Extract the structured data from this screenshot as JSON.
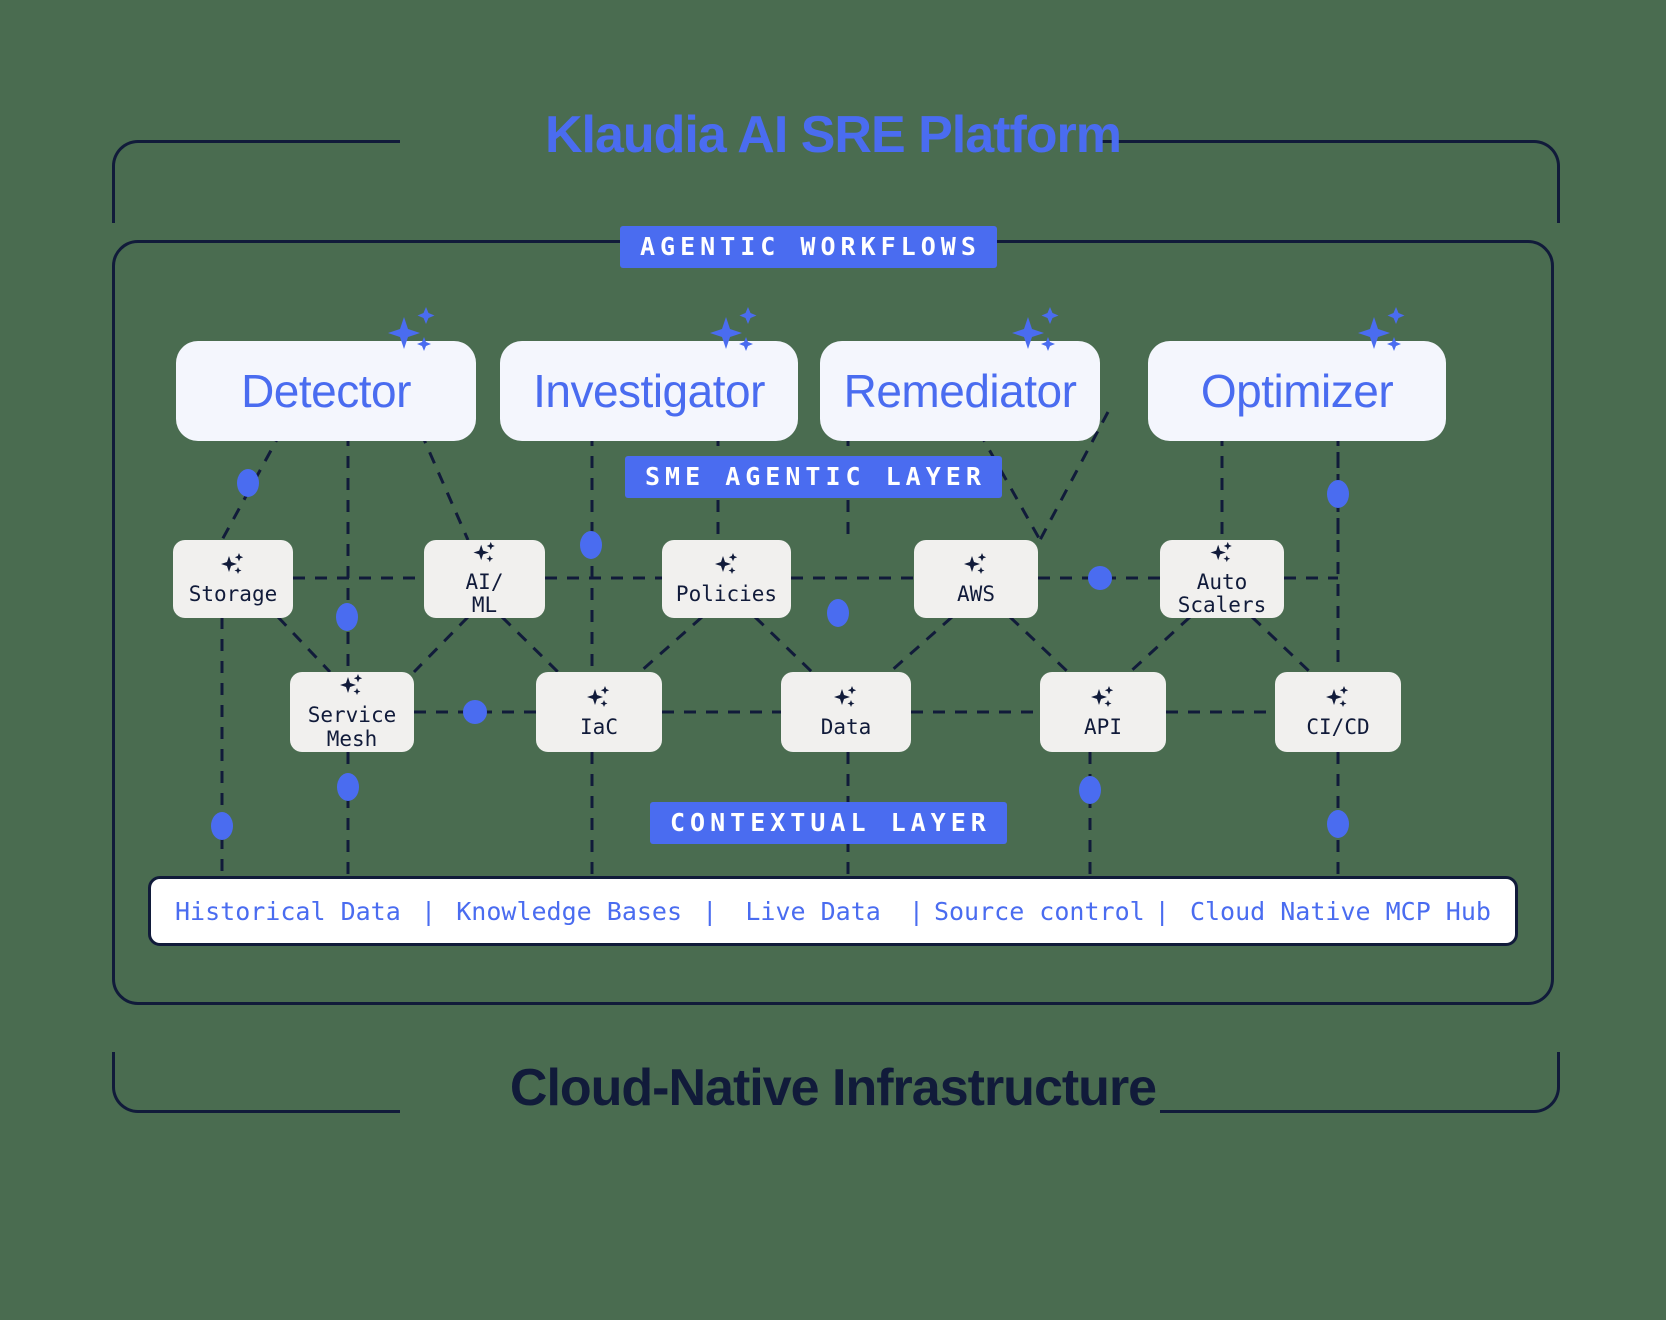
{
  "platform": {
    "title": "Klaudia AI SRE Platform",
    "footer_title": "Cloud-Native Infrastructure",
    "accent": "#4a6cf0",
    "ink": "#111b3a",
    "canvas_bg": "#4a6c50"
  },
  "sections": {
    "workflows_label": "AGENTIC WORKFLOWS",
    "sme_label": "SME AGENTIC LAYER",
    "contextual_label": "CONTEXTUAL LAYER"
  },
  "agents": [
    {
      "id": "detector",
      "label": "Detector",
      "icon": "sparkle-icon"
    },
    {
      "id": "investigator",
      "label": "Investigator",
      "icon": "sparkle-icon"
    },
    {
      "id": "remediator",
      "label": "Remediator",
      "icon": "sparkle-icon"
    },
    {
      "id": "optimizer",
      "label": "Optimizer",
      "icon": "sparkle-icon"
    }
  ],
  "sme_nodes_row1": [
    {
      "id": "storage",
      "label": "Storage",
      "icon": "sparkle-icon"
    },
    {
      "id": "ai-ml",
      "label": "AI/\nML",
      "icon": "sparkle-icon"
    },
    {
      "id": "policies",
      "label": "Policies",
      "icon": "sparkle-icon"
    },
    {
      "id": "aws",
      "label": "AWS",
      "icon": "sparkle-icon"
    },
    {
      "id": "auto-scalers",
      "label": "Auto\nScalers",
      "icon": "sparkle-icon"
    }
  ],
  "sme_nodes_row2": [
    {
      "id": "service-mesh",
      "label": "Service\nMesh",
      "icon": "sparkle-icon"
    },
    {
      "id": "iac",
      "label": "IaC",
      "icon": "sparkle-icon"
    },
    {
      "id": "data",
      "label": "Data",
      "icon": "sparkle-icon"
    },
    {
      "id": "api",
      "label": "API",
      "icon": "sparkle-icon"
    },
    {
      "id": "cicd",
      "label": "CI/CD",
      "icon": "sparkle-icon"
    }
  ],
  "contextual_sources": [
    {
      "id": "historical-data",
      "label": "Historical Data"
    },
    {
      "id": "knowledge-bases",
      "label": "Knowledge Bases"
    },
    {
      "id": "live-data",
      "label": "Live Data"
    },
    {
      "id": "source-control",
      "label": "Source control"
    },
    {
      "id": "cloud-native-mcp",
      "label": "Cloud Native MCP Hub"
    }
  ],
  "separator": "|"
}
